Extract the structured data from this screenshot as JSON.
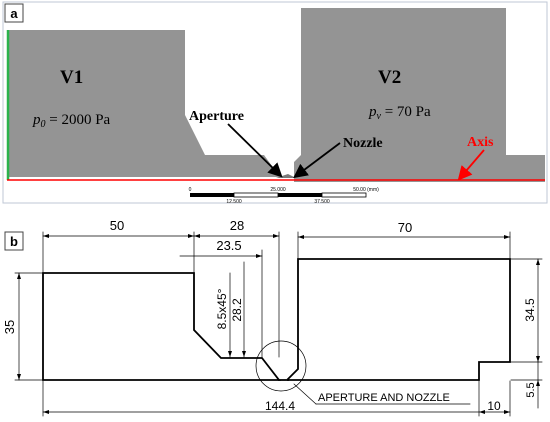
{
  "panel_a": {
    "label": "a",
    "v1": "V1",
    "v2": "V2",
    "p0_symbol": "p",
    "p0_sub": "0",
    "p0_value": " = 2000 Pa",
    "pv_symbol": "p",
    "pv_sub": "v",
    "pv_value": " = 70 Pa",
    "aperture": "Aperture",
    "nozzle": "Nozzle",
    "axis": "Axis",
    "scale_ticks_top": [
      "0",
      "25.000",
      "50.00 (mm)"
    ],
    "scale_ticks_bottom": [
      "12.500",
      "37.500"
    ]
  },
  "panel_b": {
    "label": "b",
    "dim_50": "50",
    "dim_28": "28",
    "dim_23_5": "23.5",
    "dim_70": "70",
    "dim_35": "35",
    "dim_chamfer": "8.5x45°",
    "dim_28_2": "28.2",
    "dim_34_5": "34.5",
    "dim_5_5": "5.5",
    "dim_144_4": "144.4",
    "dim_10": "10",
    "callout": "APERTURE AND NOZZLE"
  },
  "colors": {
    "background": "#ffffff",
    "solid_fill": "#949494",
    "axis_line": "#ff0000",
    "left_edge": "#2bb24c",
    "arrow_black": "#000000"
  }
}
